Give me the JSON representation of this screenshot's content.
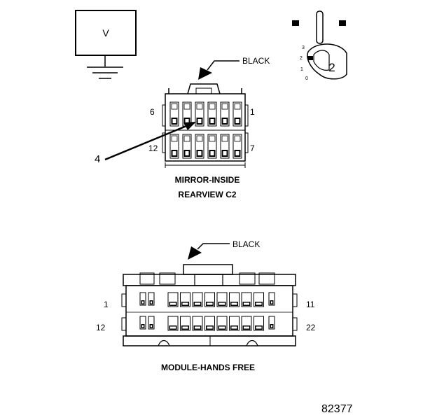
{
  "meter": {
    "symbol": "V"
  },
  "switch_positions": {
    "p3": "3",
    "p2": "2",
    "p1": "1",
    "p0": "0"
  },
  "key_label": "2",
  "connector_top": {
    "color_label": "BLACK",
    "pin_top_left": "6",
    "pin_top_right": "1",
    "pin_bottom_left": "12",
    "pin_bottom_right": "7",
    "callout": "4",
    "name_line1": "MIRROR-INSIDE",
    "name_line2": "REARVIEW C2"
  },
  "connector_bottom": {
    "color_label": "BLACK",
    "pin_top_left": "1",
    "pin_top_right": "11",
    "pin_bottom_left": "12",
    "pin_bottom_right": "22",
    "name": "MODULE-HANDS FREE"
  },
  "figure_number": "82377"
}
